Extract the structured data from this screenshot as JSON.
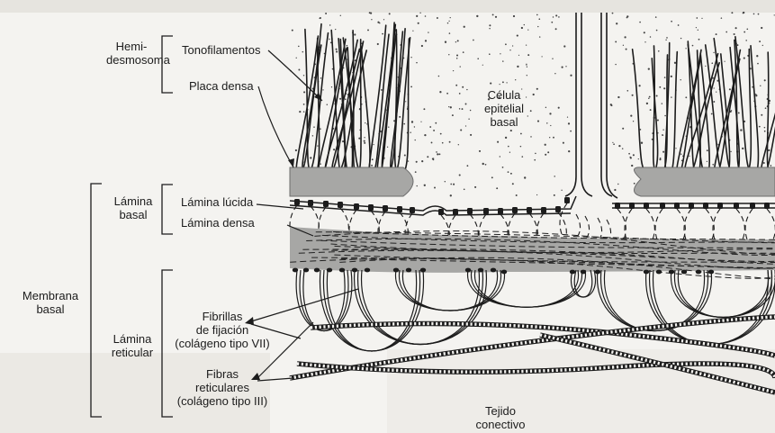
{
  "labels": {
    "hemidesmosoma": "Hemi-\ndesmosoma",
    "tonofilamentos": "Tonofilamentos",
    "placa_densa": "Placa densa",
    "celula_epitelial_basal": "Célula\nepitelial\nbasal",
    "lamina_basal": "Lámina\nbasal",
    "lamina_lucida": "Lámina lúcida",
    "lamina_densa": "Lámina densa",
    "membrana_basal": "Membrana\nbasal",
    "lamina_reticular": "Lámina\nreticular",
    "fibrillas_de_fijacion": "Fibrillas\nde fijación\n(colágeno tipo VII)",
    "fibras_reticulares": "Fibras\nreticulares\n(colágeno tipo III)",
    "tejido_conectivo": "Tejido\nconectivo"
  },
  "colors": {
    "ink": "#1c1c1c",
    "dense_gray": "#a7a7a5",
    "paper": "#f4f3f0"
  }
}
